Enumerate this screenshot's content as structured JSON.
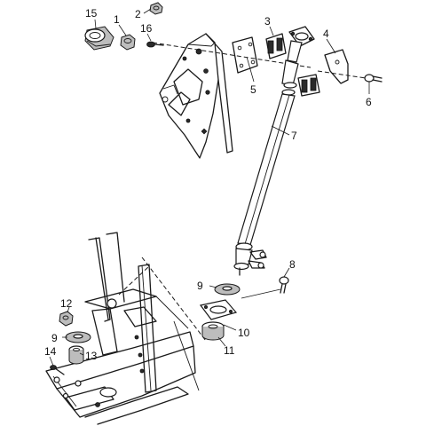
{
  "callouts": [
    {
      "id": "c15",
      "text": "15"
    },
    {
      "id": "c1",
      "text": "1"
    },
    {
      "id": "c2",
      "text": "2"
    },
    {
      "id": "c16",
      "text": "16"
    },
    {
      "id": "c3",
      "text": "3"
    },
    {
      "id": "c4",
      "text": "4"
    },
    {
      "id": "c5",
      "text": "5"
    },
    {
      "id": "c6",
      "text": "6"
    },
    {
      "id": "c7",
      "text": "7"
    },
    {
      "id": "c8",
      "text": "8"
    },
    {
      "id": "c9a",
      "text": "9"
    },
    {
      "id": "c10",
      "text": "10"
    },
    {
      "id": "c11",
      "text": "11"
    },
    {
      "id": "c12",
      "text": "12"
    },
    {
      "id": "c9b",
      "text": "9"
    },
    {
      "id": "c13",
      "text": "13"
    },
    {
      "id": "c14",
      "text": "14"
    }
  ]
}
